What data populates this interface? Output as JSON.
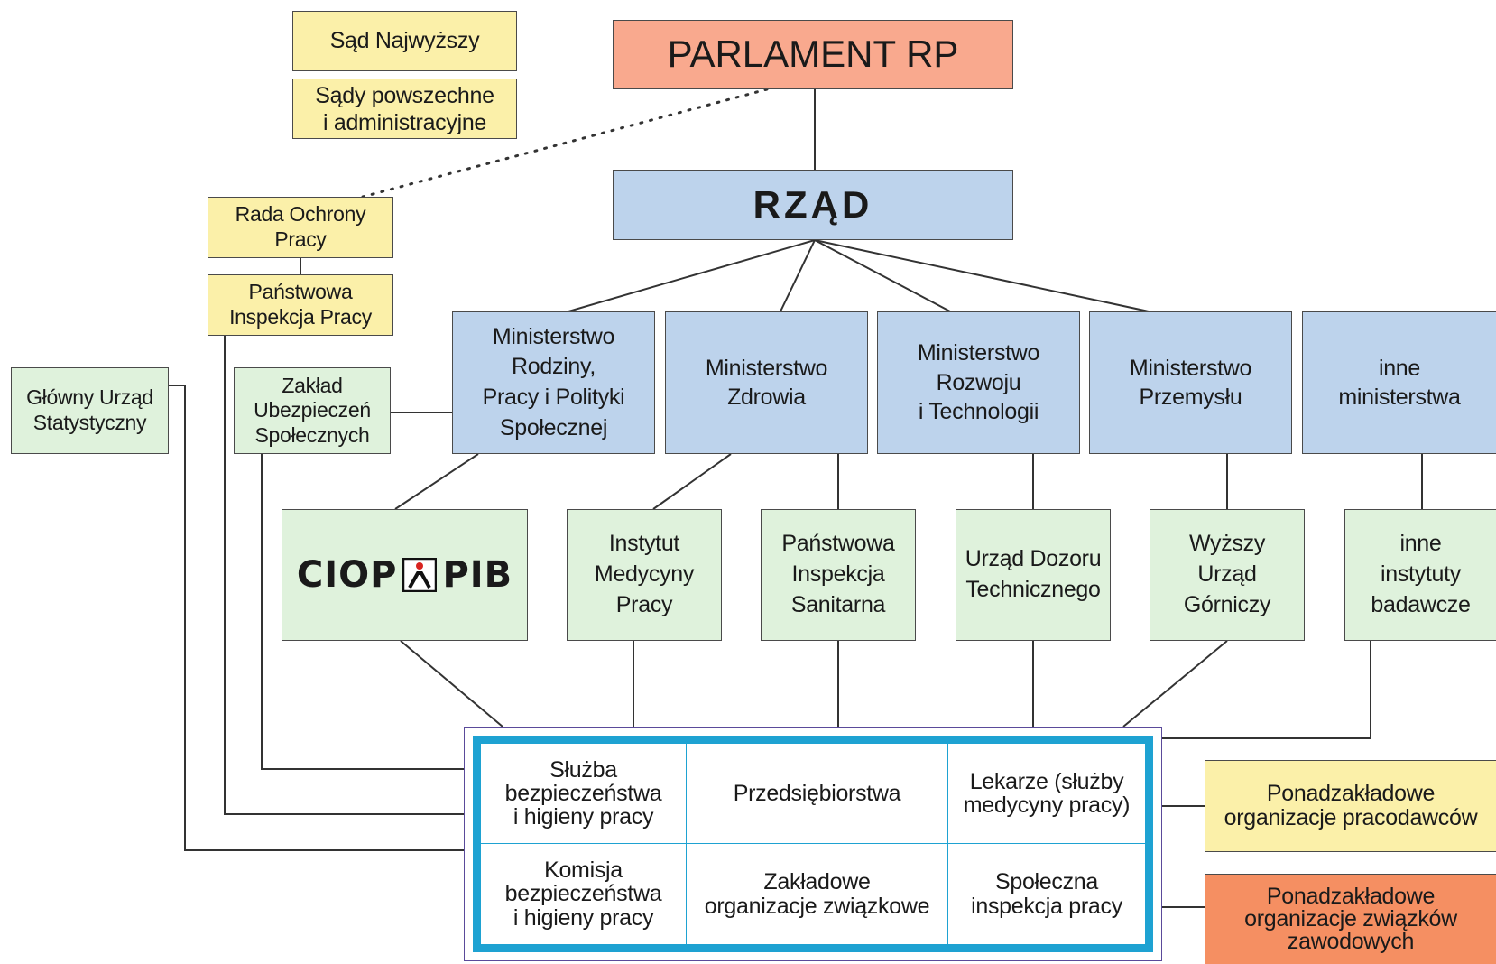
{
  "nodes": {
    "sad_najwyzszy": [
      "Sąd Najwyższy"
    ],
    "sady_powszechne": [
      "Sądy powszechne",
      "i administracyjne"
    ],
    "parlament": [
      "PARLAMENT RP"
    ],
    "rzad": [
      "RZĄD"
    ],
    "rada_ochrony": [
      "Rada Ochrony",
      "Pracy"
    ],
    "pip": [
      "Państwowa",
      "Inspekcja Pracy"
    ],
    "gus": [
      "Główny Urząd",
      "Statystyczny"
    ],
    "zus": [
      "Zakład",
      "Ubezpieczeń",
      "Społecznych"
    ],
    "min_rodziny": [
      "Ministerstwo",
      "Rodziny,",
      "Pracy i Polityki",
      "Społecznej"
    ],
    "min_zdrowia": [
      "Ministerstwo",
      "Zdrowia"
    ],
    "min_rozwoju": [
      "Ministerstwo",
      "Rozwoju",
      "i Technologii"
    ],
    "min_przemyslu": [
      "Ministerstwo",
      "Przemysłu"
    ],
    "inne_min": [
      "inne",
      "ministerstwa"
    ],
    "ciop": {
      "left": "CIOP",
      "right": "PIB"
    },
    "imp": [
      "Instytut",
      "Medycyny",
      "Pracy"
    ],
    "pis": [
      "Państwowa",
      "Inspekcja",
      "Sanitarna"
    ],
    "udt": [
      "Urząd Dozoru",
      "Technicznego"
    ],
    "wug": [
      "Wyższy",
      "Urząd",
      "Górniczy"
    ],
    "inne_inst": [
      "inne",
      "instytuty",
      "badawcze"
    ],
    "pracodawcy": [
      "Ponadzakładowe",
      "organizacje pracodawców"
    ],
    "zwiazki": [
      "Ponadzakładowe",
      "organizacje związków",
      "zawodowych"
    ]
  },
  "center_grid": [
    [
      "Służba",
      "bezpieczeństwa",
      "i higieny pracy"
    ],
    [
      "Przedsiębiorstwa"
    ],
    [
      "Lekarze (służby",
      "medycyny pracy)"
    ],
    [
      "Komisja",
      "bezpieczeństwa",
      "i higieny pracy"
    ],
    [
      "Zakładowe",
      "organizacje związkowe"
    ],
    [
      "Społeczna",
      "inspekcja pracy"
    ]
  ],
  "colors": {
    "yellow": "#fbf0a9",
    "blue": "#bdd3ec",
    "green": "#dff2dc",
    "salmon": "#f9a98e",
    "orange": "#f58f62",
    "frame": "#1ea2d2",
    "logo_accent": "#d8231f"
  }
}
